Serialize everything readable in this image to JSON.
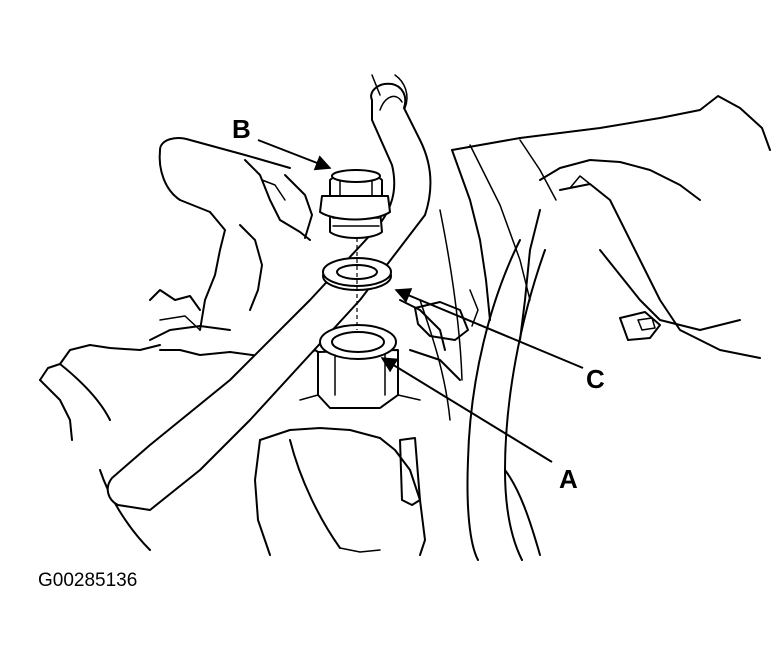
{
  "callouts": {
    "a": "A",
    "b": "B",
    "c": "C"
  },
  "figure_id": "G00285136",
  "colors": {
    "line": "#000000",
    "background": "#ffffff"
  }
}
